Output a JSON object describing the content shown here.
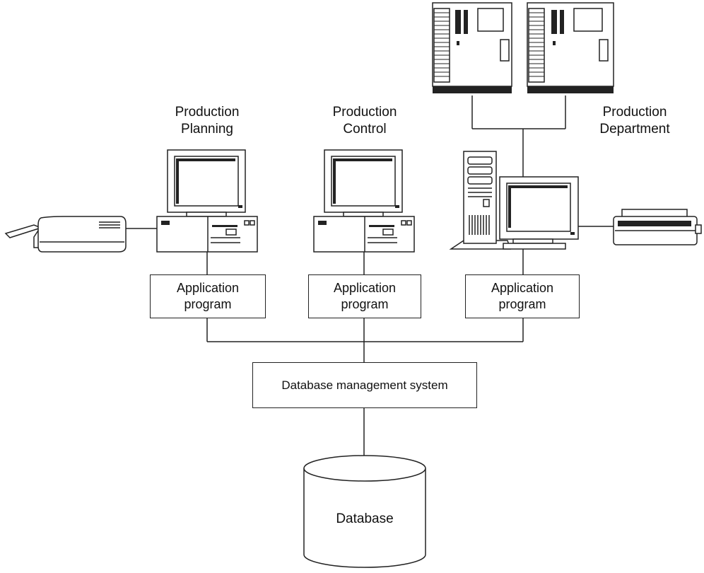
{
  "departments": [
    {
      "line1": "Production",
      "line2": "Planning"
    },
    {
      "line1": "Production",
      "line2": "Control"
    },
    {
      "line1": "Production",
      "line2": "Department"
    }
  ],
  "app_boxes": [
    {
      "line1": "Application",
      "line2": "program"
    },
    {
      "line1": "Application",
      "line2": "program"
    },
    {
      "line1": "Application",
      "line2": "program"
    }
  ],
  "dbms_label": "Database management system",
  "database_label": "Database",
  "icons": [
    "fax-machine-icon",
    "desktop-computer-icon",
    "desktop-computer-icon",
    "server-icon",
    "server-icon",
    "tower-computer-icon",
    "monitor-icon",
    "printer-icon",
    "database-cylinder-icon"
  ]
}
